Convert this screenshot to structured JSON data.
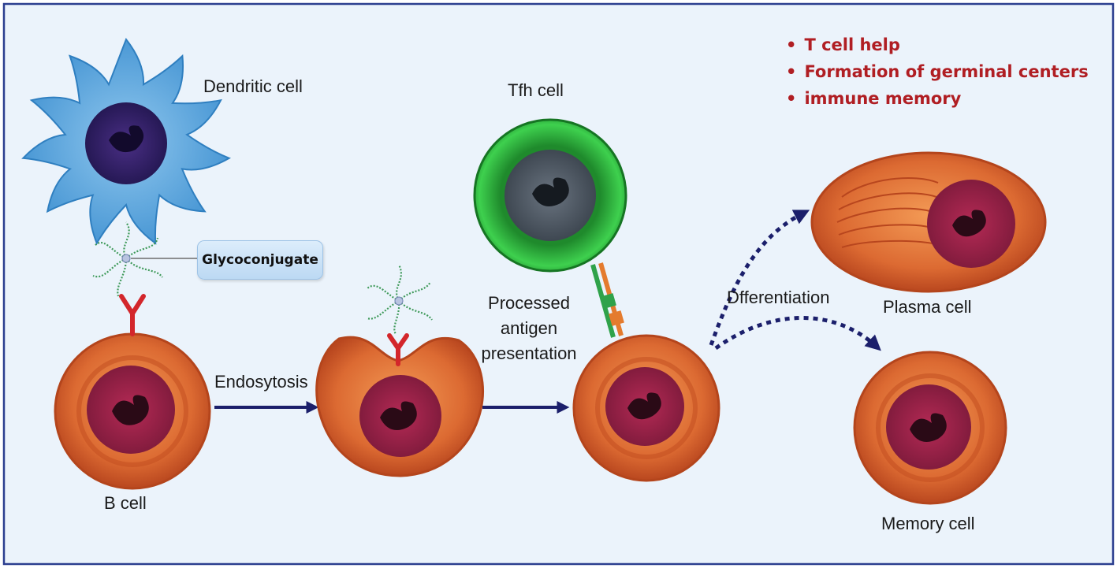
{
  "labels": {
    "dendritic_cell": "Dendritic cell",
    "glycoconjugate": "Glycoconjugate",
    "b_cell": "B cell",
    "endocytosis": "Endosytosis",
    "tfh_cell": "Tfh cell",
    "processed_antigen_line1": "Processed",
    "processed_antigen_line2": "antigen",
    "processed_antigen_line3": "presentation",
    "differentiation": "Dfferentiation",
    "plasma_cell": "Plasma cell",
    "memory_cell": "Memory cell"
  },
  "bullets": [
    "T cell help",
    "Formation of germinal centers",
    "immune memory"
  ],
  "colors": {
    "background": "#ebf3fb",
    "frame": "#2b3e8f",
    "bullet_text": "#b01e23",
    "arrow": "#1b1f6b",
    "dendritic": "#5fa8dd",
    "b_cell_outer": "#d8622e",
    "nucleus": "#9c2248",
    "tfh": "#2fb53f",
    "glycan": "#3f9a5a",
    "receptor": "#d3262b"
  },
  "icons": [
    "dendritic-cell-icon",
    "glycoconjugate-icon",
    "b-cell-icon",
    "bcr-receptor-icon",
    "tfh-cell-icon",
    "plasma-cell-icon",
    "memory-cell-icon"
  ]
}
